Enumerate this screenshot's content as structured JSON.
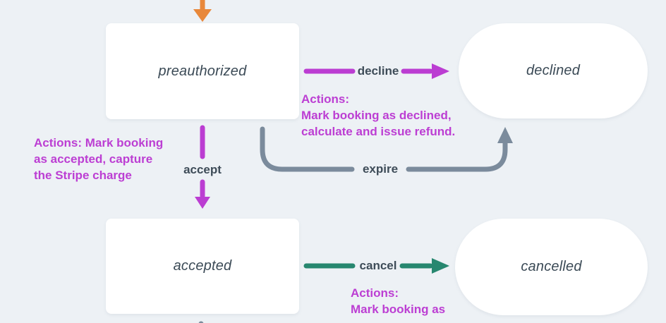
{
  "colors": {
    "background": "#edf1f5",
    "node_fill": "#ffffff",
    "node_text": "#3b4a56",
    "edge_label_text": "#3e4c58",
    "action_text": "#bc3ed3",
    "incoming_arrow": "#e8883b",
    "magenta_arrow": "#bb3dd2",
    "expire_arrow": "#7b8b9c",
    "cancel_arrow": "#27876f"
  },
  "nodes": [
    {
      "id": "preauthorized",
      "label": "preauthorized",
      "shape": "rect"
    },
    {
      "id": "declined",
      "label": "declined",
      "shape": "pill"
    },
    {
      "id": "accepted",
      "label": "accepted",
      "shape": "rect"
    },
    {
      "id": "cancelled",
      "label": "cancelled",
      "shape": "pill"
    }
  ],
  "transitions": [
    {
      "id": "incoming",
      "label": "",
      "color": "#e8883b"
    },
    {
      "id": "decline",
      "label": "decline",
      "color": "#bb3dd2"
    },
    {
      "id": "accept",
      "label": "accept",
      "color": "#bb3dd2"
    },
    {
      "id": "expire",
      "label": "expire",
      "color": "#7b8b9c"
    },
    {
      "id": "cancel",
      "label": "cancel",
      "color": "#27876f"
    }
  ],
  "annotations": {
    "decline": {
      "lines": [
        "Actions:",
        "Mark booking as declined,",
        "calculate and issue refund."
      ]
    },
    "accept": {
      "lines": [
        "Actions: Mark booking",
        "as accepted, capture",
        "the Stripe charge"
      ]
    },
    "cancel": {
      "lines": [
        "Actions:",
        "Mark booking as"
      ]
    }
  }
}
